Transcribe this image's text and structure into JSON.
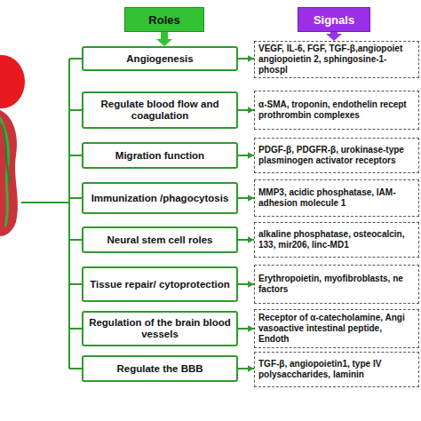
{
  "diagram": {
    "nodes": [
      {
        "text": [
          "Roles"
        ]
      },
      {
        "text": [
          "Signals"
        ]
      },
      {
        "text": [
          "Angiogenesis"
        ]
      },
      {
        "text": [
          "VEGF, IL-6, FGF, TGF-β,angiopoiet angiopoietin 2, sphingosine-1-phospl"
        ]
      },
      {
        "text": [
          "Regulate blood flow and coagulation"
        ]
      },
      {
        "text": [
          "α-SMA, troponin, endothelin recept prothrombin complexes"
        ]
      },
      {
        "text": [
          "Migration function"
        ]
      },
      {
        "text": [
          "PDGF-β, PDGFR-β, urokinase-type plasminogen activator receptors"
        ]
      },
      {
        "text": [
          "Immunization /phagocytosis"
        ]
      },
      {
        "text": [
          "MMP3, acidic phosphatase, IAM- adhesion molecule 1"
        ]
      },
      {
        "text": [
          "Neural stem cell roles"
        ]
      },
      {
        "text": [
          "alkaline phosphatase, osteocalcin, 133, mir206, linc-MD1"
        ]
      },
      {
        "text": [
          "Tissue repair/ cytoprotection"
        ]
      },
      {
        "text": [
          "Erythropoietin, myofibroblasts, ne factors"
        ]
      },
      {
        "text": [
          "Regulation of the brain blood vessels"
        ]
      },
      {
        "text": [
          "Receptor of α-catecholamine, Angi vasoactive intestinal peptide, Endoth"
        ]
      },
      {
        "text": [
          "Regulate the BBB"
        ]
      },
      {
        "text": [
          "TGF-β, angiopoietin1, type IV polysaccharides, laminin"
        ]
      }
    ],
    "edges": [
      {
        "from": 0,
        "to": 2,
        "arrow": "to"
      },
      {
        "from": 1,
        "to": 3,
        "arrow": "to"
      },
      {
        "from": 2,
        "to": 3,
        "arrow": "to"
      },
      {
        "from": 4,
        "to": 5,
        "arrow": "to"
      },
      {
        "from": 6,
        "to": 7,
        "arrow": "to"
      },
      {
        "from": 8,
        "to": 9,
        "arrow": "to"
      },
      {
        "from": 10,
        "to": 11,
        "arrow": "to"
      },
      {
        "from": 12,
        "to": 13,
        "arrow": "to"
      },
      {
        "from": 14,
        "to": 15,
        "arrow": "to"
      },
      {
        "from": 16,
        "to": 17,
        "arrow": "to"
      }
    ]
  }
}
